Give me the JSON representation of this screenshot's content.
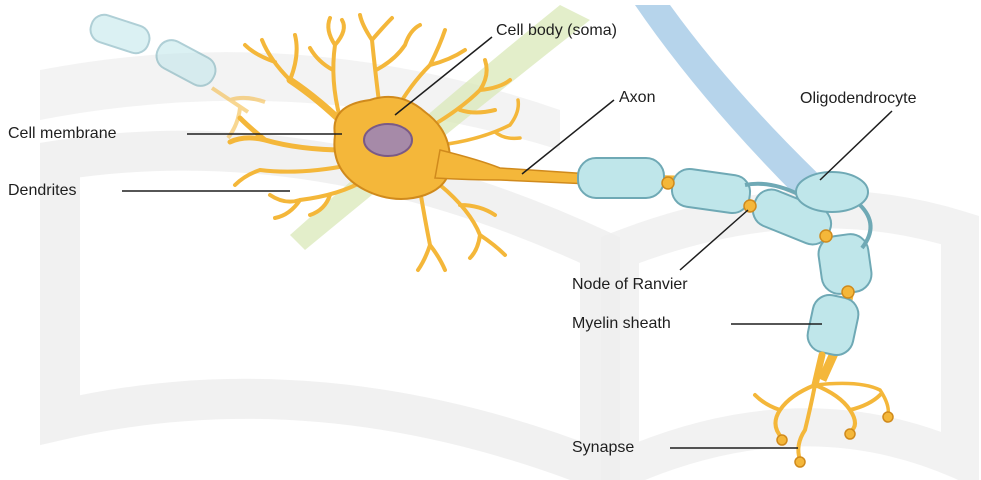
{
  "labels": {
    "cell_body": "Cell body (soma)",
    "cell_membrane": "Cell membrane",
    "dendrites": "Dendrites",
    "axon": "Axon",
    "oligodendrocyte": "Oligodendrocyte",
    "node_of_ranvier": "Node of Ranvier",
    "myelin_sheath": "Myelin sheath",
    "synapse": "Synapse"
  },
  "colors": {
    "neuron_fill": "#f4b73a",
    "neuron_outline": "#d08a1c",
    "nucleus_fill": "#a68aa8",
    "nucleus_outline": "#7a5a86",
    "myelin_fill": "#bfe6ea",
    "myelin_outline": "#6fa9b5",
    "leader_line": "#1e1e1e",
    "watermark_green": "#d9e8b8",
    "watermark_blue": "#a9cde8",
    "watermark_gray": "#eeeeee"
  }
}
